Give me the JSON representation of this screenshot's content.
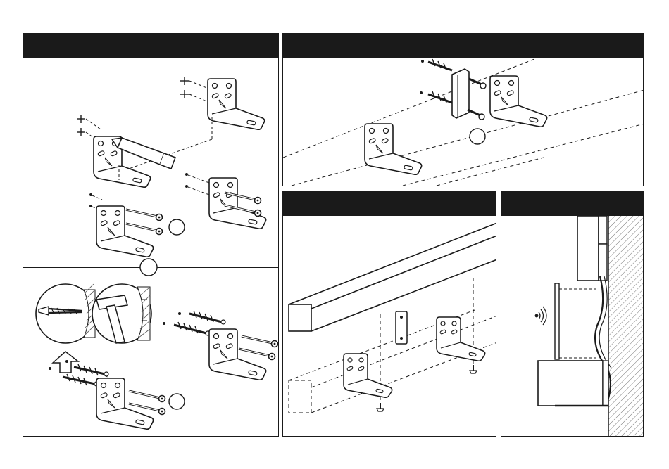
{
  "colors": {
    "ink": "#1a1a1a",
    "header": "#1a1a1a",
    "background": "#ffffff",
    "hatch": "#555555"
  },
  "panels": [
    {
      "id": "panel-1",
      "header_text": ""
    },
    {
      "id": "panel-2",
      "header_text": ""
    },
    {
      "id": "panel-3",
      "header_text": ""
    },
    {
      "id": "panel-4",
      "header_text": ""
    }
  ],
  "icons": [
    "bracket-icon",
    "screw-icon",
    "wall-anchor-icon",
    "pencil-icon",
    "drill-icon",
    "hammer-icon",
    "arrow-up-icon",
    "wireless-signal-icon",
    "soundbar-icon",
    "tv-icon",
    "wall-icon"
  ]
}
